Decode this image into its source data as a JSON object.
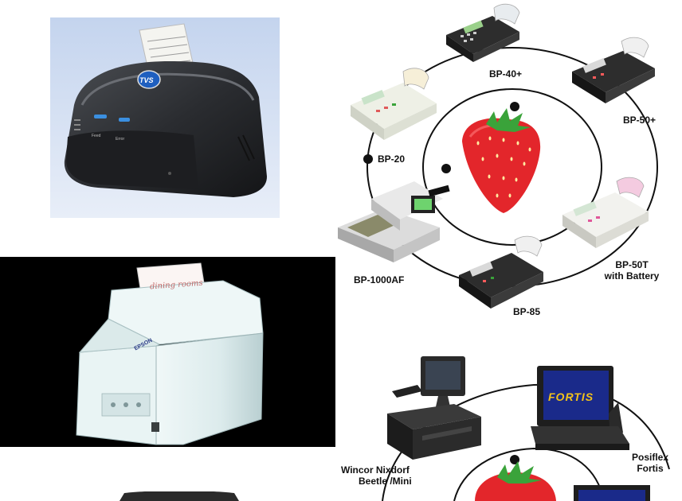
{
  "photo_tvs": {
    "brand_badge": "TVS",
    "button_labels": [
      "Feed",
      "Error"
    ]
  },
  "photo_epson": {
    "brand": "EPSON",
    "receipt_heading": "dining rooms"
  },
  "diagram_top": {
    "labels": {
      "bp40": "BP-40+",
      "bp50": "BP-50+",
      "bp20": "BP-20",
      "bp1000af": "BP-1000AF",
      "bp85": "BP-85",
      "bp50t_line1": "BP-50T",
      "bp50t_line2": "with Battery"
    }
  },
  "diagram_bottom": {
    "fortis_screen": "FORTIS",
    "labels": {
      "wincor_line1": "Wincor Nixdorf",
      "wincor_line2": "Beetle /Mini",
      "posiflex_line1": "Posiflex",
      "posiflex_line2": "Fortis"
    }
  },
  "colors": {
    "tvs_bg": "#cfdcf0",
    "epson_bg": "#000000",
    "printer_dark": "#2b2d30",
    "epson_body": "#dfeeee",
    "strawberry": "#e3262b",
    "fortis_screen": "#1a2a8a",
    "fortis_text": "#f2c21a"
  }
}
